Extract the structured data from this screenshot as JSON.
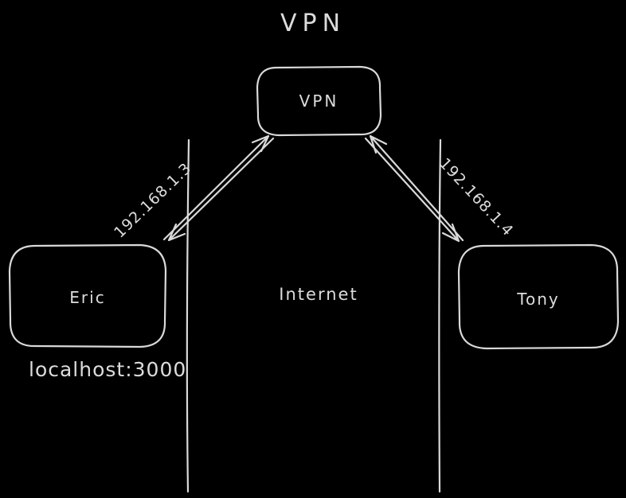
{
  "diagram": {
    "title": "VPN",
    "canvas": {
      "background": "#000000",
      "stroke_color": "#d9d9d9",
      "text_color": "#dcdcdc"
    },
    "nodes": [
      {
        "id": "vpn",
        "label": "VPN"
      },
      {
        "id": "eric",
        "label": "Eric",
        "caption": "localhost:3000"
      },
      {
        "id": "tony",
        "label": "Tony"
      }
    ],
    "edges": [
      {
        "from": "Eric",
        "to": "VPN",
        "label": "192.168.1.3",
        "direction": "bidirectional"
      },
      {
        "from": "Tony",
        "to": "VPN",
        "label": "192.168.1.4",
        "direction": "bidirectional"
      }
    ],
    "region_label": "Internet"
  }
}
